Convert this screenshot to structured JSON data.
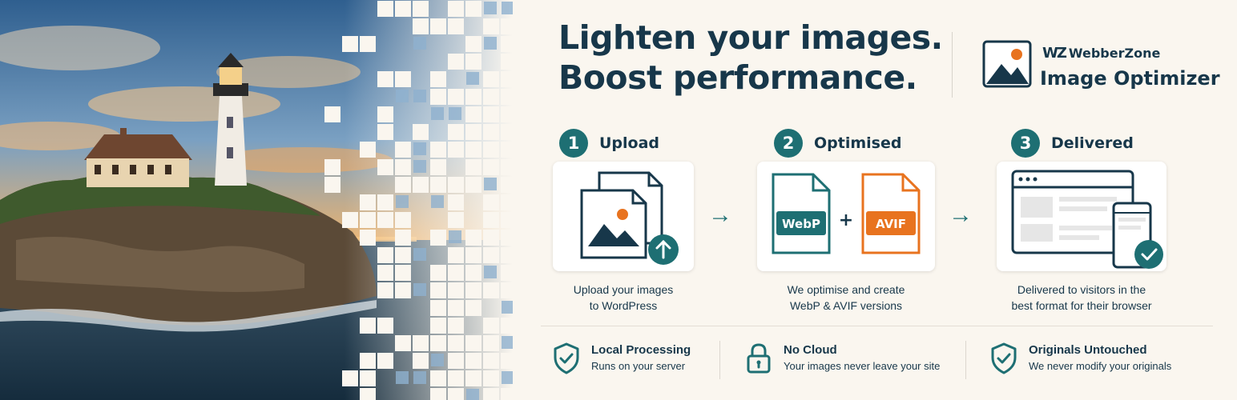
{
  "headline": {
    "line1": "Lighten your images.",
    "line2": "Boost performance."
  },
  "brand": {
    "company_mark": "WZ",
    "company": "WebberZone",
    "product": "Image Optimizer",
    "logo_icon": "image-icon"
  },
  "steps": [
    {
      "number": "1",
      "title": "Upload",
      "caption_line1": "Upload your images",
      "caption_line2": "to WordPress",
      "icon": "upload-images-icon"
    },
    {
      "number": "2",
      "title": "Optimised",
      "caption_line1": "We optimise and create",
      "caption_line2": "WebP & AVIF versions",
      "icon": "file-formats-icon",
      "format1": "WebP",
      "format2": "AVIF",
      "plus": "+"
    },
    {
      "number": "3",
      "title": "Delivered",
      "caption_line1": "Delivered to visitors in the",
      "caption_line2": "best format for their browser",
      "icon": "browser-devices-icon"
    }
  ],
  "arrows": [
    "→",
    "→"
  ],
  "features": [
    {
      "title": "Local Processing",
      "desc": "Runs on your server",
      "icon": "shield-check-icon"
    },
    {
      "title": "No Cloud",
      "desc": "Your images never leave your site",
      "icon": "lock-icon"
    },
    {
      "title": "Originals Untouched",
      "desc": "We never modify your originals",
      "icon": "shield-check-icon"
    }
  ],
  "colors": {
    "teal": "#1e6f73",
    "navy": "#17374a",
    "orange": "#e8731f",
    "background": "#faf6ef"
  }
}
